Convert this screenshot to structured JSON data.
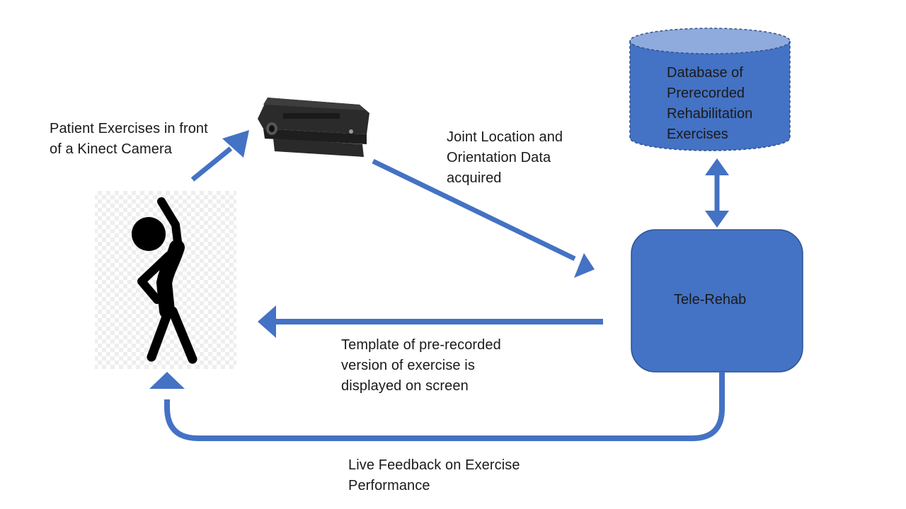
{
  "labels": {
    "patient": [
      "Patient Exercises in front",
      "of a Kinect Camera"
    ],
    "joint_data": [
      "Joint Location and",
      "Orientation Data",
      "acquired"
    ],
    "template": [
      "Template of pre-recorded",
      "version of exercise is",
      "displayed on screen"
    ],
    "feedback": [
      "Live Feedback on Exercise",
      "Performance"
    ]
  },
  "nodes": {
    "database": [
      "Database of",
      "Prerecorded",
      "Rehabilitation",
      "Exercises"
    ],
    "tele_rehab": "Tele-Rehab"
  },
  "colors": {
    "node_fill": "#4472c4",
    "node_stroke": "#2f528f",
    "db_top_fill": "#8faadc",
    "arrow": "#4472c4",
    "figure": "#000000",
    "kinect_body": "#2b2b2b"
  }
}
